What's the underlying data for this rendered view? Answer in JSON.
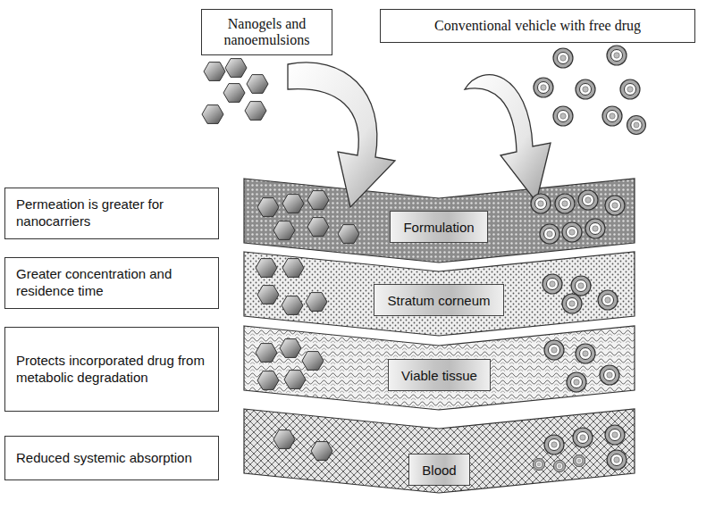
{
  "diagram": {
    "nodes": [
      {
        "text": [
          "Nanogels and nanoemulsions"
        ]
      },
      {
        "text": [
          "Conventional vehicle with free drug"
        ]
      },
      {
        "text": [
          "Permeation is greater for nanocarriers"
        ]
      },
      {
        "text": [
          "Formulation"
        ]
      },
      {
        "text": [
          "Greater concentration and residence time"
        ]
      },
      {
        "text": [
          "Stratum corneum"
        ]
      },
      {
        "text": [
          "Protects incorporated drug from metabolic degradation"
        ]
      },
      {
        "text": [
          "Viable tissue"
        ]
      },
      {
        "text": [
          "Reduced systemic absorption"
        ]
      },
      {
        "text": [
          "Blood"
        ]
      }
    ]
  }
}
